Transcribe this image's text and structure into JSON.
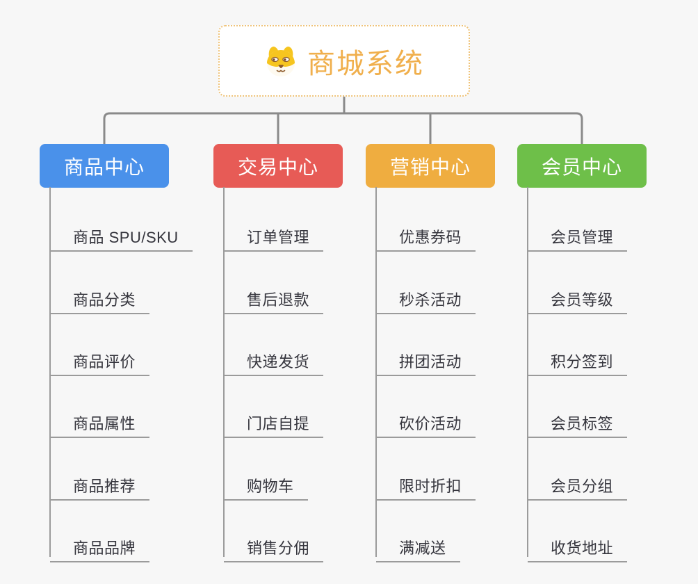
{
  "page": {
    "background": "#F7F7F7"
  },
  "root": {
    "title": "商城系统",
    "icon": "dog-face-icon",
    "text_color": "#F0AF4C",
    "border_color": "#EFC379"
  },
  "connector_colors": {
    "tree_line": "#8A8A8A",
    "branch_line": "#9B9B9B"
  },
  "child_text_color": "#35353D",
  "branches": [
    {
      "id": "product-center",
      "label": "商品中心",
      "color": "#4A91EA",
      "children": [
        "商品 SPU/SKU",
        "商品分类",
        "商品评价",
        "商品属性",
        "商品推荐",
        "商品品牌"
      ]
    },
    {
      "id": "trade-center",
      "label": "交易中心",
      "color": "#E75B56",
      "children": [
        "订单管理",
        "售后退款",
        "快递发货",
        "门店自提",
        "购物车",
        "销售分佣"
      ]
    },
    {
      "id": "marketing-center",
      "label": "营销中心",
      "color": "#EFAD40",
      "children": [
        "优惠券码",
        "秒杀活动",
        "拼团活动",
        "砍价活动",
        "限时折扣",
        "满减送"
      ]
    },
    {
      "id": "member-center",
      "label": "会员中心",
      "color": "#6EBF49",
      "children": [
        "会员管理",
        "会员等级",
        "积分签到",
        "会员标签",
        "会员分组",
        "收货地址"
      ]
    }
  ]
}
